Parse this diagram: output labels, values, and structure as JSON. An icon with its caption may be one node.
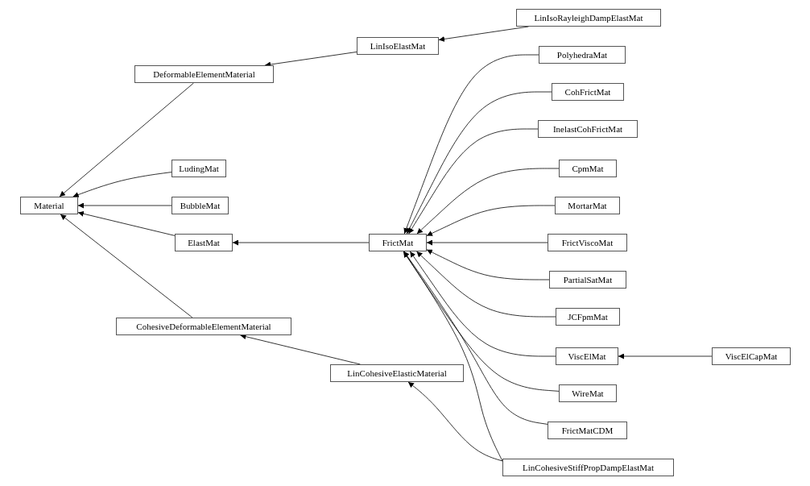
{
  "diagram": {
    "nodes": [
      {
        "text": [
          "Material"
        ]
      },
      {
        "text": [
          "DeformableElementMaterial"
        ]
      },
      {
        "text": [
          "LinIsoElastMat"
        ]
      },
      {
        "text": [
          "LinIsoRayleighDampElastMat"
        ]
      },
      {
        "text": [
          "LudingMat"
        ]
      },
      {
        "text": [
          "BubbleMat"
        ]
      },
      {
        "text": [
          "ElastMat"
        ]
      },
      {
        "text": [
          "FrictMat"
        ]
      },
      {
        "text": [
          "PolyhedraMat"
        ]
      },
      {
        "text": [
          "CohFrictMat"
        ]
      },
      {
        "text": [
          "InelastCohFrictMat"
        ]
      },
      {
        "text": [
          "CpmMat"
        ]
      },
      {
        "text": [
          "MortarMat"
        ]
      },
      {
        "text": [
          "FrictViscoMat"
        ]
      },
      {
        "text": [
          "PartialSatMat"
        ]
      },
      {
        "text": [
          "JCFpmMat"
        ]
      },
      {
        "text": [
          "ViscElMat"
        ]
      },
      {
        "text": [
          "ViscElCapMat"
        ]
      },
      {
        "text": [
          "WireMat"
        ]
      },
      {
        "text": [
          "FrictMatCDM"
        ]
      },
      {
        "text": [
          "LinCohesiveStiffPropDampElastMat"
        ]
      },
      {
        "text": [
          "CohesiveDeformableElementMaterial"
        ]
      },
      {
        "text": [
          "LinCohesiveElasticMaterial"
        ]
      }
    ],
    "edges": [
      {
        "from": 1,
        "to": 0,
        "arrow": "to"
      },
      {
        "from": 2,
        "to": 1,
        "arrow": "to"
      },
      {
        "from": 3,
        "to": 2,
        "arrow": "to"
      },
      {
        "from": 4,
        "to": 0,
        "arrow": "to"
      },
      {
        "from": 5,
        "to": 0,
        "arrow": "to"
      },
      {
        "from": 6,
        "to": 0,
        "arrow": "to"
      },
      {
        "from": 7,
        "to": 6,
        "arrow": "to"
      },
      {
        "from": 8,
        "to": 7,
        "arrow": "to"
      },
      {
        "from": 9,
        "to": 7,
        "arrow": "to"
      },
      {
        "from": 10,
        "to": 7,
        "arrow": "to"
      },
      {
        "from": 11,
        "to": 7,
        "arrow": "to"
      },
      {
        "from": 12,
        "to": 7,
        "arrow": "to"
      },
      {
        "from": 13,
        "to": 7,
        "arrow": "to"
      },
      {
        "from": 14,
        "to": 7,
        "arrow": "to"
      },
      {
        "from": 15,
        "to": 7,
        "arrow": "to"
      },
      {
        "from": 16,
        "to": 7,
        "arrow": "to"
      },
      {
        "from": 17,
        "to": 16,
        "arrow": "to"
      },
      {
        "from": 18,
        "to": 7,
        "arrow": "to"
      },
      {
        "from": 19,
        "to": 7,
        "arrow": "to"
      },
      {
        "from": 20,
        "to": 7,
        "arrow": "to"
      },
      {
        "from": 21,
        "to": 0,
        "arrow": "to"
      },
      {
        "from": 22,
        "to": 21,
        "arrow": "to"
      },
      {
        "from": 20,
        "to": 22,
        "arrow": "to"
      }
    ]
  }
}
